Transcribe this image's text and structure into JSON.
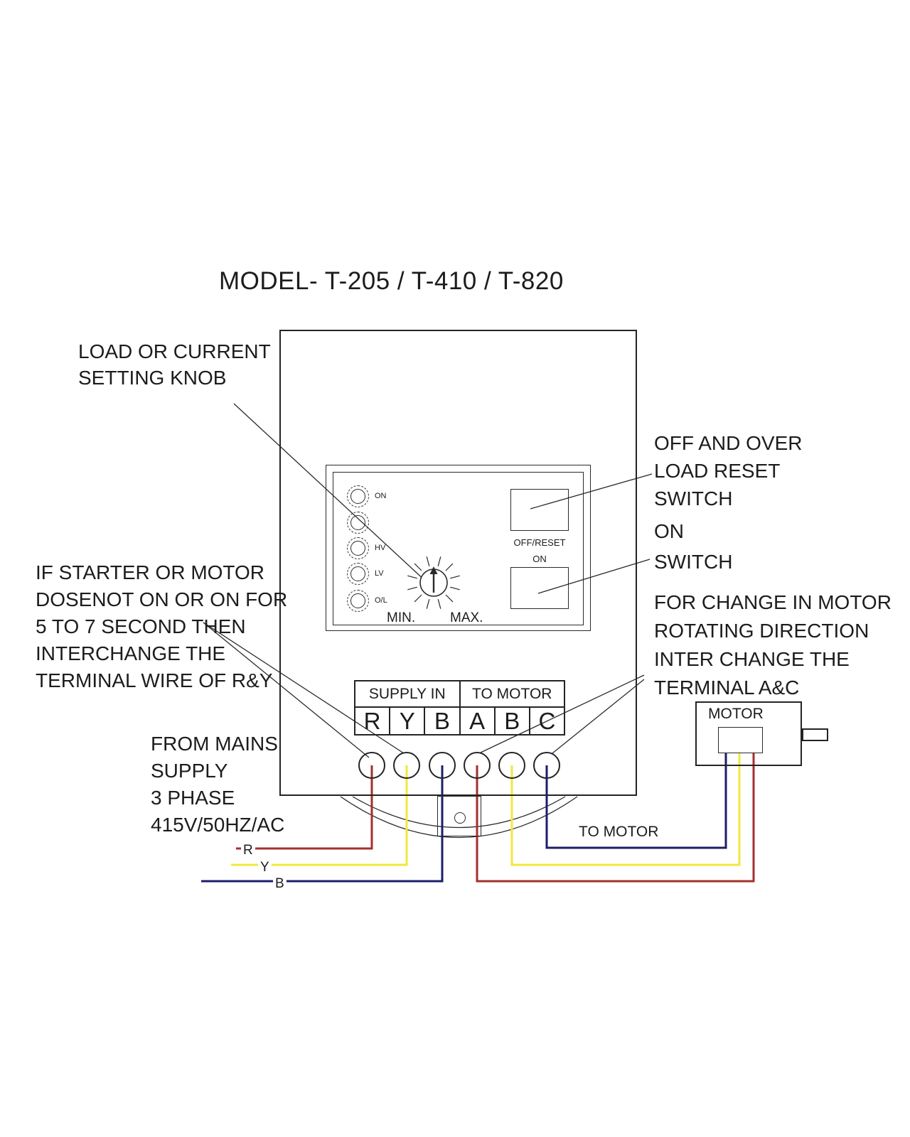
{
  "title": "MODEL- T-205 / T-410 / T-820",
  "annotations": {
    "knob_label": {
      "lines": [
        "LOAD OR CURRENT",
        "SETTING KNOB"
      ]
    },
    "off_reset_label": {
      "lines": [
        "OFF AND OVER",
        "LOAD RESET",
        "SWITCH"
      ]
    },
    "on_switch_label": {
      "lines": [
        "ON",
        "SWITCH"
      ]
    },
    "starter_note": {
      "lines": [
        "IF STARTER OR MOTOR",
        "DOSENOT ON OR ON FOR",
        "5 TO 7 SECOND THEN",
        "INTERCHANGE THE",
        "TERMINAL WIRE OF R&Y"
      ]
    },
    "rotation_note": {
      "lines": [
        "FOR CHANGE IN MOTOR",
        "ROTATING DIRECTION",
        "INTER CHANGE THE",
        "TERMINAL A&C"
      ]
    },
    "mains_note": {
      "lines": [
        "FROM MAINS",
        "SUPPLY",
        "3 PHASE",
        "415V/50HZ/AC"
      ]
    },
    "to_motor": "TO MOTOR"
  },
  "panel": {
    "leds": [
      {
        "label": "ON"
      },
      {
        "label": ""
      },
      {
        "label": "HV"
      },
      {
        "label": "LV"
      },
      {
        "label": "O/L"
      }
    ],
    "knob": {
      "min_label": "MIN.",
      "max_label": "MAX."
    },
    "switches": {
      "off_reset": "OFF/RESET",
      "on": "ON"
    }
  },
  "terminal_block": {
    "groups": [
      {
        "label": "SUPPLY IN"
      },
      {
        "label": "TO MOTOR"
      }
    ],
    "terminals": [
      {
        "label": "R",
        "wire": "red"
      },
      {
        "label": "Y",
        "wire": "yellow"
      },
      {
        "label": "B",
        "wire": "blue"
      },
      {
        "label": "A",
        "wire": "red"
      },
      {
        "label": "B",
        "wire": "yellow"
      },
      {
        "label": "C",
        "wire": "blue"
      }
    ]
  },
  "supply_wires": [
    {
      "label": "R",
      "color": "red"
    },
    {
      "label": "Y",
      "color": "yellow"
    },
    {
      "label": "B",
      "color": "blue"
    }
  ],
  "motor": {
    "label": "MOTOR"
  },
  "colors": {
    "red": "#a52f2f",
    "yellow": "#f2e83a",
    "blue": "#1d1d6b",
    "line": "#242424",
    "background": "#ffffff"
  }
}
